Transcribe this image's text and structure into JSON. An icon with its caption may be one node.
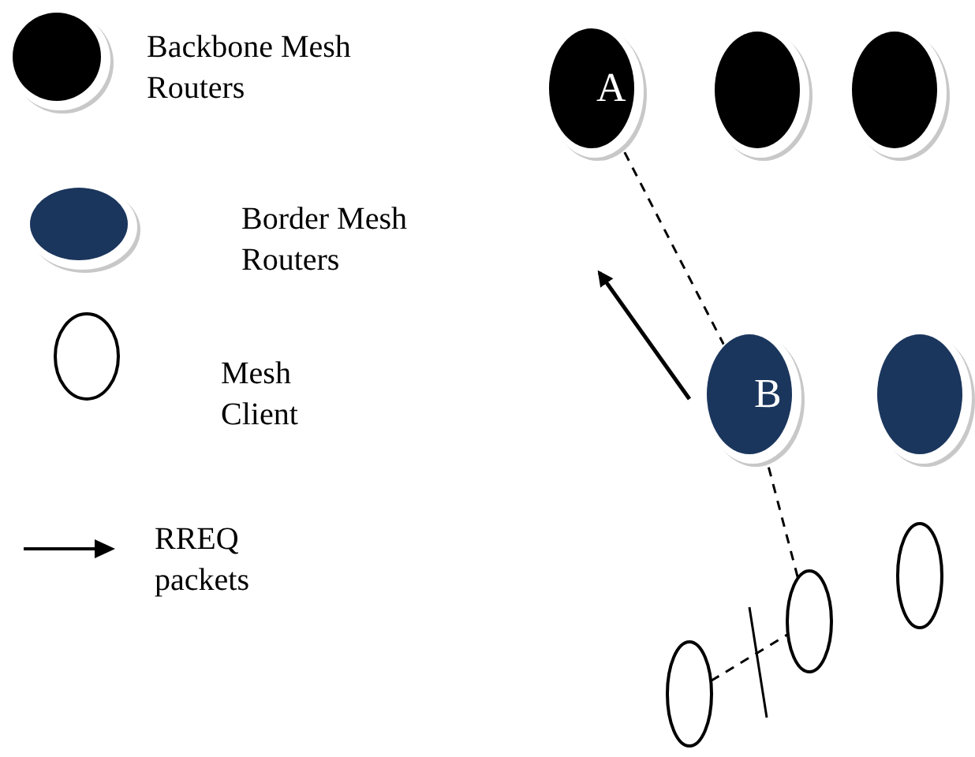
{
  "diagram": {
    "nodes": [
      {
        "text": [
          "A"
        ]
      },
      {
        "text": [],
        "shape": "ellipse"
      },
      {
        "text": [],
        "shape": "ellipse"
      },
      {
        "text": [
          "B"
        ]
      },
      {
        "text": [],
        "shape": "ellipse"
      },
      {
        "text": [],
        "shape": "ellipse"
      },
      {
        "text": [],
        "shape": "ellipse"
      },
      {
        "text": [],
        "shape": "ellipse"
      }
    ],
    "edges": [
      {
        "from": 0,
        "to": 3,
        "arrow": "none",
        "style": "dashed"
      },
      {
        "from": 3,
        "to": 6,
        "arrow": "none",
        "style": "dashed"
      },
      {
        "from": 7,
        "to": 6,
        "arrow": "none",
        "style": "dashed"
      }
    ],
    "legend": [
      {
        "text": "Backbone Mesh Routers"
      },
      {
        "text": "Border Mesh Routers"
      },
      {
        "text": "Mesh Client"
      },
      {
        "text": "RREQ packets"
      }
    ]
  }
}
